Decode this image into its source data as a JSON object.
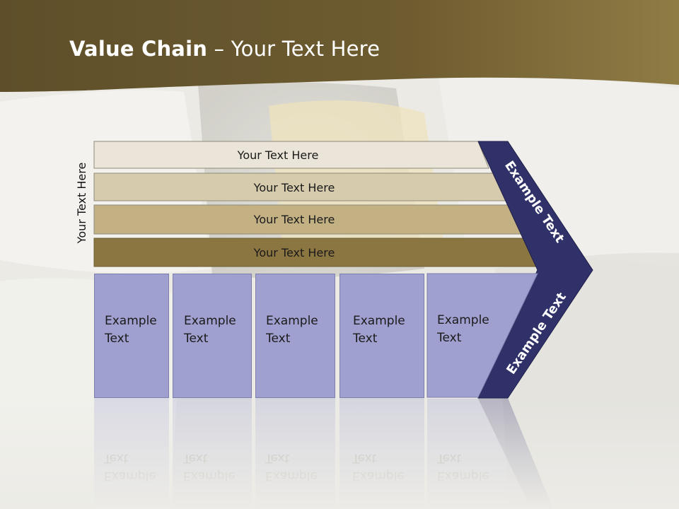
{
  "title": {
    "bold": "Value Chain",
    "rest": " – Your Text Here"
  },
  "side_label": "Your Text Here",
  "bands": [
    {
      "label": "Your Text Here",
      "color": "#ebe4d8"
    },
    {
      "label": "Your Text Here",
      "color": "#d6cbac"
    },
    {
      "label": "Your Text Here",
      "color": "#c3b184"
    },
    {
      "label": "Your Text Here",
      "color": "#8b7642"
    }
  ],
  "columns": [
    {
      "line1": "Example",
      "line2": "Text"
    },
    {
      "line1": "Example",
      "line2": "Text"
    },
    {
      "line1": "Example",
      "line2": "Text"
    },
    {
      "line1": "Example",
      "line2": "Text"
    },
    {
      "line1": "Example",
      "line2": "Text"
    }
  ],
  "chevron": {
    "upper_label": "Example Text",
    "lower_label": "Example Text",
    "color": "#313169"
  },
  "colors": {
    "header": "#74612f",
    "column_fill": "#a0a0d0"
  }
}
